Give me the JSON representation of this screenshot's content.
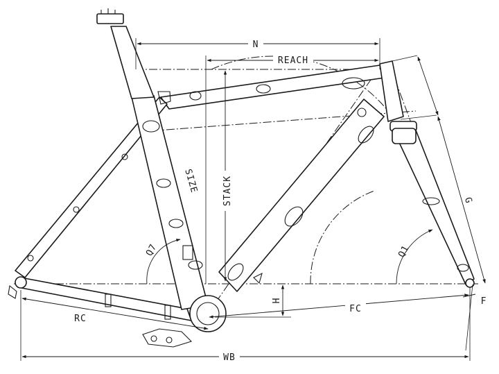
{
  "diagram": {
    "labels": {
      "n": "N",
      "reach": "REACH",
      "size": "SIZE",
      "stack": "STACK",
      "q7": "Q7",
      "q1": "Q1",
      "g": "G",
      "h": "H",
      "fc": "FC",
      "rc": "RC",
      "f": "F",
      "wb": "WB"
    },
    "colors": {
      "ink": "#1a1a1a",
      "paper": "#ffffff"
    }
  }
}
